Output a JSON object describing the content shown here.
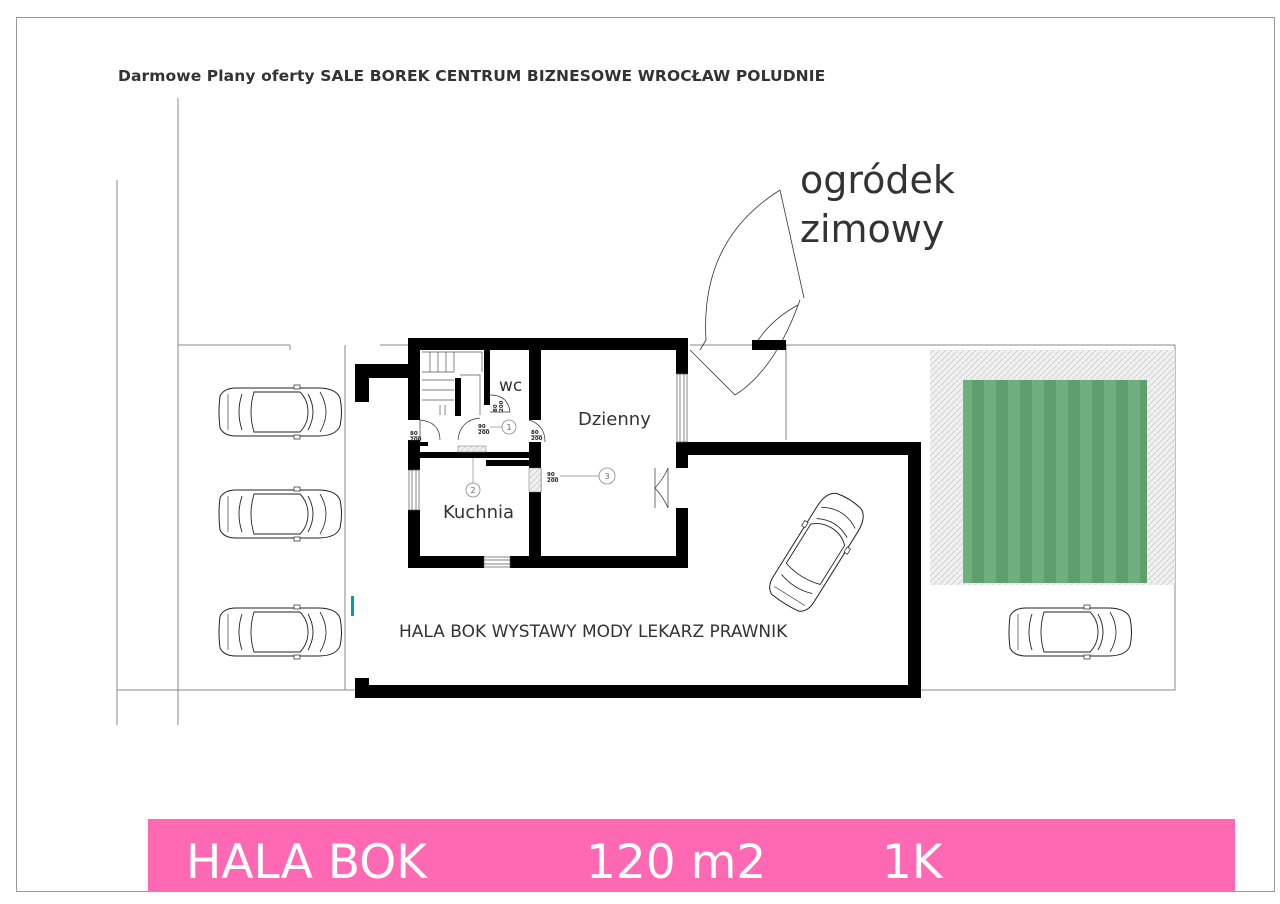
{
  "heading": "Darmowe Plany oferty SALE BOREK CENTRUM BIZNESOWE WROCŁAW POLUDNIE",
  "garden": {
    "line1": "ogródek",
    "line2": "zimowy"
  },
  "rooms": {
    "wc": "wc",
    "dzienny": "Dzienny",
    "kuchnia": "Kuchnia",
    "hall": "HALA BOK WYSTAWY MODY LEKARZ PRAWNIK"
  },
  "doors": [
    {
      "w": "80",
      "h": "200"
    },
    {
      "w": "90",
      "h": "200"
    },
    {
      "w": "80",
      "h": "200"
    },
    {
      "w": "80",
      "h": "200"
    },
    {
      "w": "90",
      "h": "200"
    }
  ],
  "markers": [
    "1",
    "2",
    "3"
  ],
  "banner": {
    "name": "HALA  BOK",
    "area": "120 m2",
    "rooms": "1K",
    "color": "#ff69b4"
  },
  "colors": {
    "wall": "#000000",
    "lawn": "#6aaa78",
    "paving": "#e6e6e6",
    "accent": "#00a09a"
  }
}
